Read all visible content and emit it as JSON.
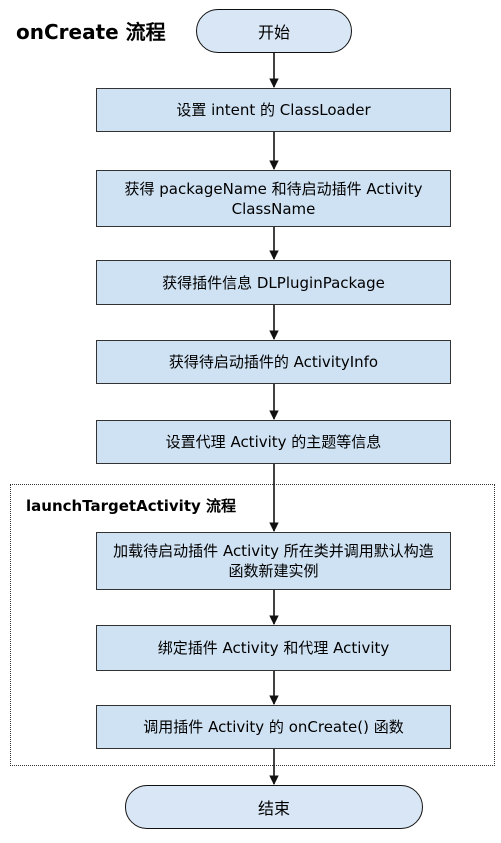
{
  "title": "onCreate 流程",
  "subprocess_title": "launchTargetActivity 流程",
  "start": "开始",
  "end": "结束",
  "steps": [
    "设置 intent 的 ClassLoader",
    "获得 packageName 和待启动插件 Activity ClassName",
    "获得插件信息 DLPluginPackage",
    "获得待启动插件的 ActivityInfo",
    "设置代理 Activity 的主题等信息",
    "加载待启动插件 Activity 所在类并调用默认构造函数新建实例",
    "绑定插件 Activity 和代理 Activity",
    "调用插件 Activity 的 onCreate() 函数"
  ]
}
